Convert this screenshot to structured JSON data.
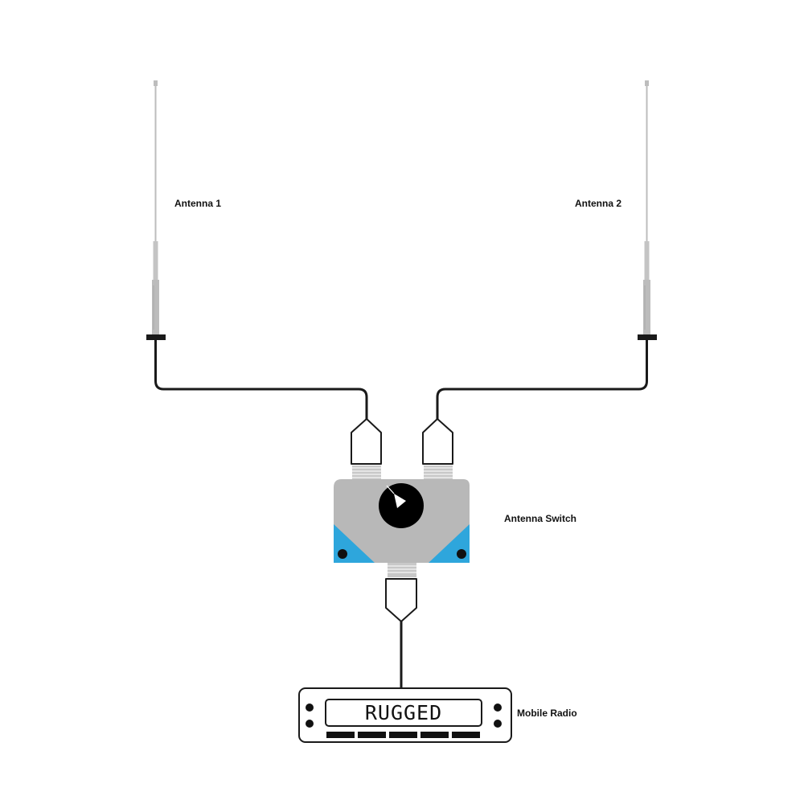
{
  "labels": {
    "antenna_1": "Antenna 1",
    "antenna_2": "Antenna 2",
    "antenna_switch": "Antenna Switch",
    "mobile_radio": "Mobile Radio"
  },
  "radio": {
    "display_text": "RUGGED"
  },
  "colors": {
    "antenna": "#c0c0c0",
    "cable": "#1a1a1a",
    "switch_body": "#b8b8b8",
    "switch_accent": "#2ea6dc",
    "knob": "#000000"
  }
}
